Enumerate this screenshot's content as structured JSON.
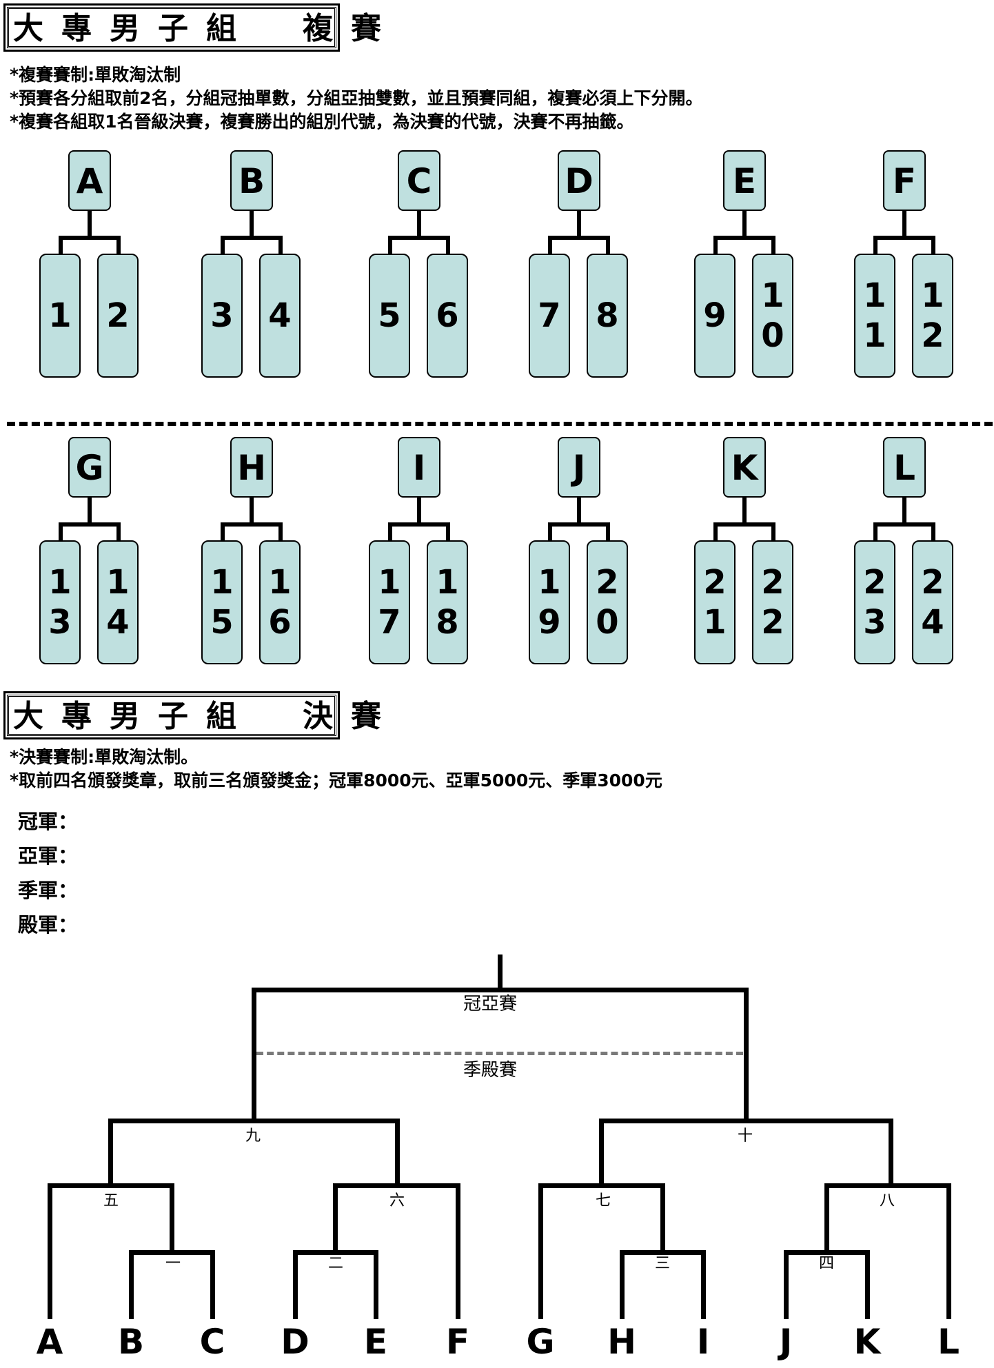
{
  "semi": {
    "title": "大專男子組　複賽",
    "notes": [
      "*複賽賽制:單敗淘汰制",
      "*預賽各分組取前2名，分組冠抽單數，分組亞抽雙數，並且預賽同組，複賽必須上下分開。",
      "*複賽各組取1名晉級決賽，複賽勝出的組別代號，為決賽的代號，決賽不再抽籤。"
    ],
    "groups_top": [
      {
        "letter": "A",
        "seeds": [
          "1",
          "2"
        ]
      },
      {
        "letter": "B",
        "seeds": [
          "3",
          "4"
        ]
      },
      {
        "letter": "C",
        "seeds": [
          "5",
          "6"
        ]
      },
      {
        "letter": "D",
        "seeds": [
          "7",
          "8"
        ]
      },
      {
        "letter": "E",
        "seeds": [
          "9",
          "10"
        ]
      },
      {
        "letter": "F",
        "seeds": [
          "11",
          "12"
        ]
      }
    ],
    "groups_bottom": [
      {
        "letter": "G",
        "seeds": [
          "13",
          "14"
        ]
      },
      {
        "letter": "H",
        "seeds": [
          "15",
          "16"
        ]
      },
      {
        "letter": "I",
        "seeds": [
          "17",
          "18"
        ]
      },
      {
        "letter": "J",
        "seeds": [
          "19",
          "20"
        ]
      },
      {
        "letter": "K",
        "seeds": [
          "21",
          "22"
        ]
      },
      {
        "letter": "L",
        "seeds": [
          "23",
          "24"
        ]
      }
    ]
  },
  "final": {
    "title": "大專男子組　決賽",
    "notes": [
      "*決賽賽制:單敗淘汰制。",
      "*取前四名頒發獎章，取前三名頒發獎金；冠軍8000元、亞軍5000元、季軍3000元"
    ],
    "awards": [
      "冠軍：",
      "亞軍：",
      "季軍：",
      "殿軍："
    ],
    "match_labels": {
      "final": "冠亞賽",
      "third": "季殿賽",
      "m1": "一",
      "m2": "二",
      "m3": "三",
      "m4": "四",
      "m5": "五",
      "m6": "六",
      "m7": "七",
      "m8": "八",
      "m9": "九",
      "m10": "十"
    },
    "teams": [
      "A",
      "B",
      "C",
      "D",
      "E",
      "F",
      "G",
      "H",
      "I",
      "J",
      "K",
      "L"
    ]
  }
}
